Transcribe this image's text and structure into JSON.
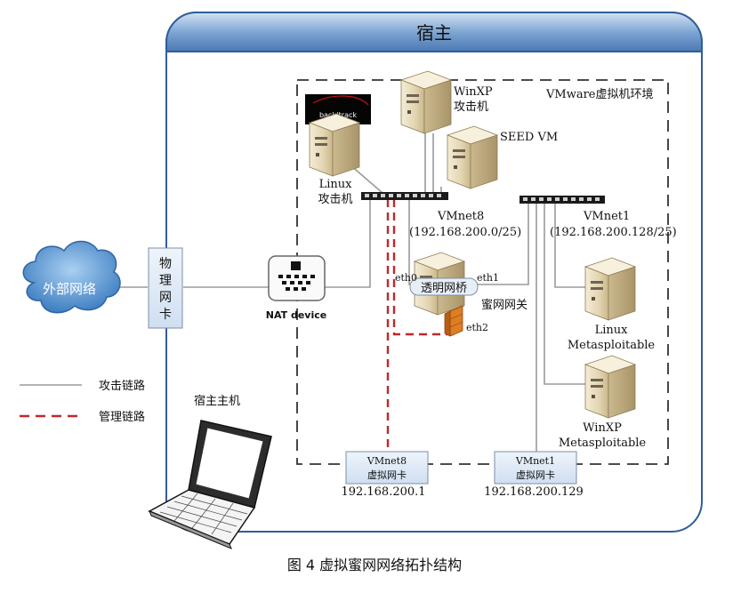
{
  "host_title": "宿主",
  "vm_env_label": "VMware虚拟机环境",
  "backtrack_logo_text": "back|track",
  "linux_attacker": {
    "line1": "Linux",
    "line2": "攻击机"
  },
  "winxp_attacker": {
    "line1": "WinXP",
    "line2": "攻击机"
  },
  "seed_vm": "SEED VM",
  "vmnet8": {
    "name": "VMnet8",
    "subnet": "(192.168.200.0/25)"
  },
  "vmnet1": {
    "name": "VMnet1",
    "subnet": "(192.168.200.128/25)"
  },
  "internet_cloud": "外部网络",
  "physical_nic": [
    "物",
    "理",
    "网",
    "卡"
  ],
  "nat_device": "NAT device",
  "honeywall": {
    "bridge": "透明网桥",
    "label": "蜜网网关",
    "eth0": "eth0",
    "eth1": "eth1",
    "eth2": "eth2"
  },
  "linux_target": {
    "line1": "Linux",
    "line2": "Metasploitable"
  },
  "winxp_target": {
    "line1": "WinXP",
    "line2": "Metasploitable"
  },
  "legend": {
    "attack": "攻击链路",
    "management": "管理链路"
  },
  "host_machine": "宿主主机",
  "vmnet8_adapter": {
    "line1": "VMnet8",
    "line2": "虚拟网卡",
    "ip": "192.168.200.1"
  },
  "vmnet1_adapter": {
    "line1": "VMnet1",
    "line2": "虚拟网卡",
    "ip": "192.168.200.129"
  },
  "caption": "图 4  虚拟蜜网网络拓扑结构",
  "colors": {
    "header_top": "#c9dbf0",
    "header_bottom": "#4f7fb9",
    "host_border": "#2f5d9a",
    "attack_link": "#9a9a9a",
    "management_link": "#c0272d",
    "nic_fill": "#dde9f7"
  }
}
